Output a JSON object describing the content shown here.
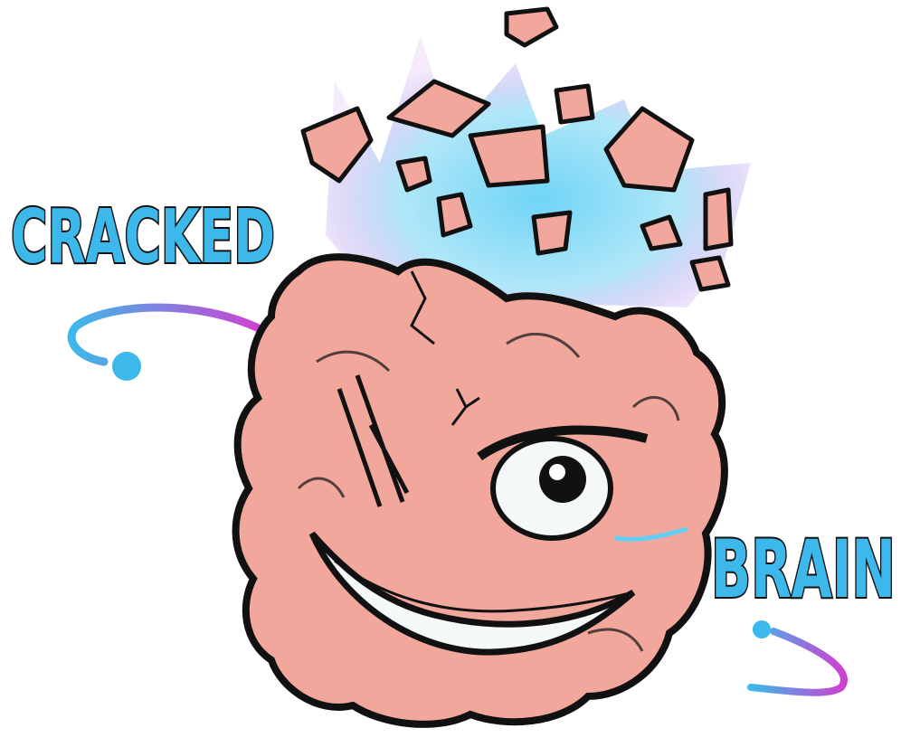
{
  "logo": {
    "word_top": "CRACKED",
    "word_bottom": "BRAIN"
  },
  "colors": {
    "brain": "#f2a79d",
    "brain_shadow": "#e08a80",
    "outline": "#111111",
    "text_blue": "#3cb9ea",
    "glow_blue": "#5fd0f5",
    "glow_purple": "#b070e0",
    "swoosh_magenta": "#d040d0",
    "teeth": "#f4f8f8"
  },
  "icons": [
    "brain-character",
    "swoosh-orbit",
    "explosion-glow",
    "skull-fragment"
  ]
}
